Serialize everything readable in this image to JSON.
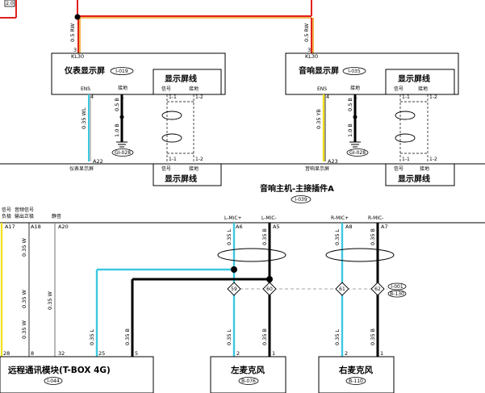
{
  "top_left_fragment": "2.0",
  "kl30_pin": "3",
  "kl30_label": "KL30",
  "wire_05rw": "0.5 RW",
  "instrument_display": {
    "name": "仪表显示屏",
    "connector": "I-019",
    "ens_label": "ENS",
    "ens_pin": "4",
    "ground_label": "接地",
    "ground_pin": "1",
    "shield_box_title": "显示屏线",
    "shield_signal": "信号",
    "shield_ground": "接地",
    "wire_signal": "0.35 WL",
    "wire_ground_top": "0.5 B",
    "wire_ground_bottom": "1.0 B",
    "ground_point": "GI-028",
    "host_pin": "A22",
    "host_pin_label": "仪表显示屏",
    "pins_top": [
      "1-1",
      "1-2"
    ],
    "pins_bottom": [
      "1-1",
      "1-2"
    ]
  },
  "audio_display": {
    "name": "音响显示屏",
    "connector": "I-035",
    "ens_label": "ENS",
    "ens_pin": "4",
    "ground_label": "接地",
    "ground_pin": "1",
    "shield_box_title": "显示屏线",
    "shield_signal": "信号",
    "shield_ground": "接地",
    "wire_signal": "0.35 YB",
    "wire_ground_top": "0.5 B",
    "wire_ground_bottom": "1.0 B",
    "ground_point": "GI-028",
    "host_pin": "A23",
    "host_pin_label": "音响显示屏",
    "pins_top": [
      "1-1",
      "1-2"
    ],
    "pins_bottom": [
      "1-1",
      "1-2"
    ]
  },
  "lower_shield_boxes": {
    "signal": "信号",
    "ground": "接地",
    "title": "显示屏线"
  },
  "host_unit": {
    "name": "音响主机-主接插件A",
    "connector": "I-039"
  },
  "host_row": {
    "col1_line1": "信号",
    "col1_line2": "负极",
    "col2_line1": "音频信号",
    "col2_line2": "输出正极",
    "col3": "静音",
    "pin_a17": "A17",
    "pin_a18": "A18",
    "pin_a20": "A20",
    "l_mic_plus": "L-MIC+",
    "l_mic_minus": "L-MIC-",
    "r_mic_plus": "R-MIC+",
    "r_mic_minus": "R-MIC-",
    "pin_a6": "A6",
    "pin_a5": "A5",
    "pin_a8": "A8",
    "pin_a7": "A7"
  },
  "wires": {
    "w_035w": "0.35 W",
    "w_035l": "0.35 L",
    "w_035b": "0.35 B"
  },
  "splices": {
    "s59": "59",
    "s60": "60",
    "s61": "61",
    "s62": "62",
    "splice_conn_1": "I-001",
    "splice_conn_2": "B-130"
  },
  "tbox": {
    "name": "远程通讯模块(T-BOX 4G)",
    "connector": "I-044",
    "pin_28": "28",
    "pin_8": "8",
    "pin_32": "32",
    "pin_25": "25",
    "pin_5": "5"
  },
  "left_mic": {
    "name": "左麦克风",
    "connector": "B-076",
    "pin_2": "2",
    "pin_1": "1"
  },
  "right_mic": {
    "name": "右麦克风",
    "connector": "B-110",
    "pin_2": "2",
    "pin_1": "1"
  },
  "colors": {
    "red": "#e0201a",
    "orange": "#f0a020",
    "cyan": "#3cc8e0",
    "yellow": "#f0e020",
    "black": "#000000",
    "grey": "#888888"
  }
}
